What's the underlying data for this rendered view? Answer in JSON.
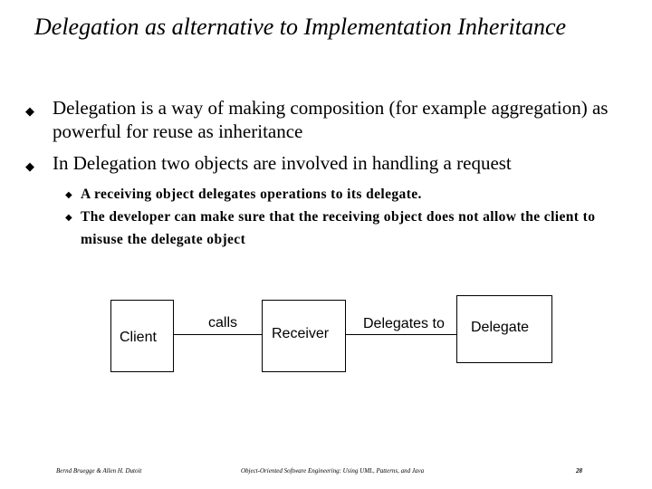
{
  "title": "Delegation as alternative to Implementation Inheritance",
  "bullets": [
    "Delegation is a way of making composition (for example aggregation) as powerful for reuse as inheritance",
    "In  Delegation two objects are involved in handling a request"
  ],
  "sub_bullets": [
    "A receiving object delegates operations to its delegate.",
    "The developer can make sure that the receiving object does not allow the client to misuse the delegate object"
  ],
  "diagram": {
    "client_label": "Client",
    "calls_label": "calls",
    "receiver_label": "Receiver",
    "delegates_label": "Delegates to",
    "delegate_label": "Delegate"
  },
  "footer": {
    "left": "Bernd Bruegge & Allen H. Dutoit",
    "center": "Object-Oriented Software Engineering: Using UML, Patterns, and Java",
    "page": "28"
  }
}
